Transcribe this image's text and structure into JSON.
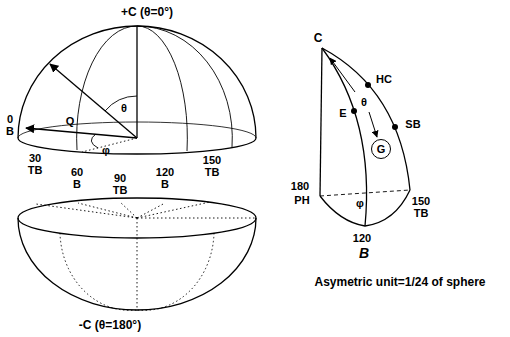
{
  "diagram": {
    "nodes": [
      {
        "text": [
          "G"
        ]
      }
    ],
    "labels": [
      "+C (θ=0°)",
      "θ",
      "Q",
      "φ",
      "0",
      "B",
      "30",
      "TB",
      "60",
      "B",
      "90",
      "TB",
      "120",
      "B",
      "150",
      "TB",
      "-C (θ=180°)",
      "C",
      "HC",
      "E",
      "θ",
      "SB",
      "180",
      "PH",
      "φ",
      "120",
      "B",
      "150",
      "TB",
      "Asymetric unit=1/24 of sphere"
    ]
  }
}
